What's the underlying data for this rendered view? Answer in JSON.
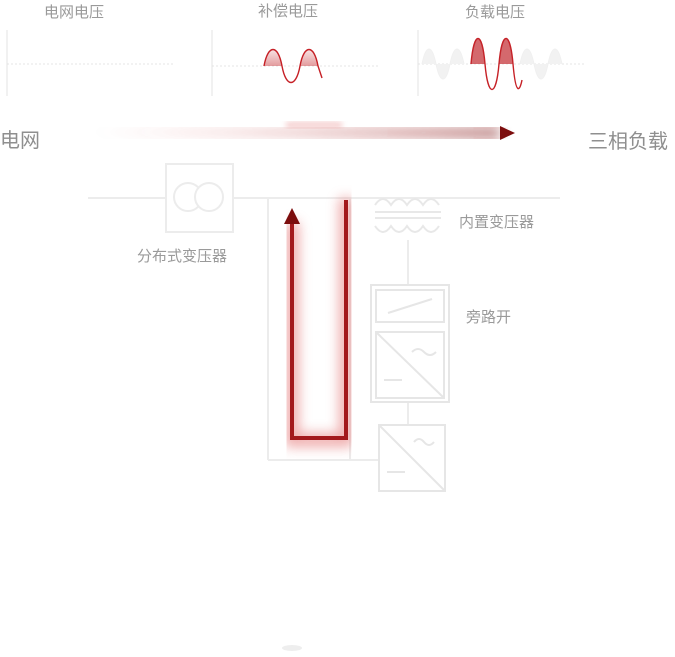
{
  "waveforms": {
    "grid_voltage": "电网电压",
    "compensation_voltage": "补偿电压",
    "load_voltage": "负载电压"
  },
  "flow": {
    "source": "电网",
    "destination": "三相负载"
  },
  "components": {
    "distributed_transformer": "分布式变压器",
    "built_in_transformer": "内置变压器",
    "bypass_switch": "旁路开"
  },
  "colors": {
    "accent": "#b3151b",
    "accent_dark": "#7c0d0d",
    "line_gray": "#ececec",
    "text_gray": "#9a9a9a"
  }
}
